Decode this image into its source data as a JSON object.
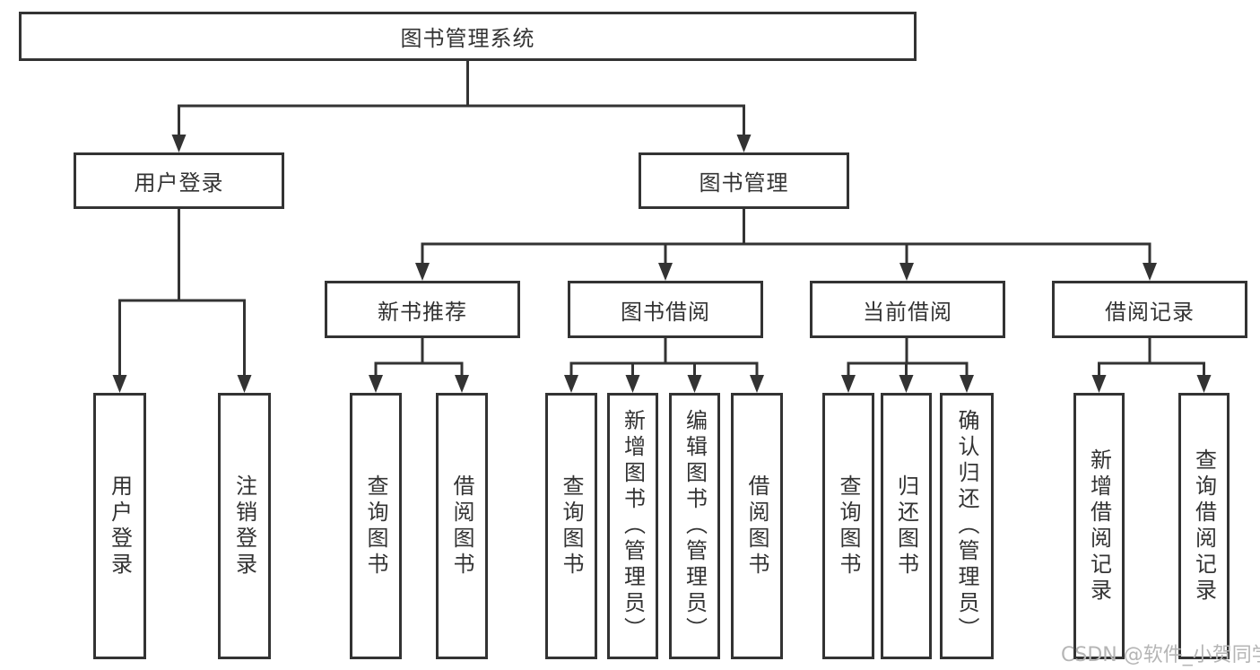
{
  "diagram": {
    "title": "图书管理系统",
    "nodes": {
      "root": {
        "label": "图书管理系统"
      },
      "user_login": {
        "label": "用户登录"
      },
      "book_management": {
        "label": "图书管理"
      },
      "new_book_recommend": {
        "label": "新书推荐"
      },
      "book_borrow": {
        "label": "图书借阅"
      },
      "current_borrow": {
        "label": "当前借阅"
      },
      "borrow_records": {
        "label": "借阅记录"
      },
      "leaf_user_login": {
        "label": "用户登录"
      },
      "leaf_logout": {
        "label": "注销登录"
      },
      "leaf_query_books_recommend": {
        "label": "查询图书"
      },
      "leaf_borrow_books_recommend": {
        "label": "借阅图书"
      },
      "leaf_query_books_borrow": {
        "label": "查询图书"
      },
      "leaf_add_books": {
        "label": "新增图书（管理员）"
      },
      "leaf_edit_books": {
        "label": "编辑图书（管理员）"
      },
      "leaf_borrow_books_borrow": {
        "label": "借阅图书"
      },
      "leaf_query_books_current": {
        "label": "查询图书"
      },
      "leaf_return_books": {
        "label": "归还图书"
      },
      "leaf_confirm_return": {
        "label": "确认归还（管理员）"
      },
      "leaf_add_borrow_record": {
        "label": "新增借阅记录"
      },
      "leaf_query_borrow_record": {
        "label": "查询借阅记录"
      }
    },
    "colors": {
      "line": "#333333",
      "border": "#333333",
      "text": "#333333",
      "background": "#ffffff",
      "watermark": "#b5b5b5"
    }
  },
  "watermark": {
    "text": "CSDN @软件_小贺同学"
  }
}
